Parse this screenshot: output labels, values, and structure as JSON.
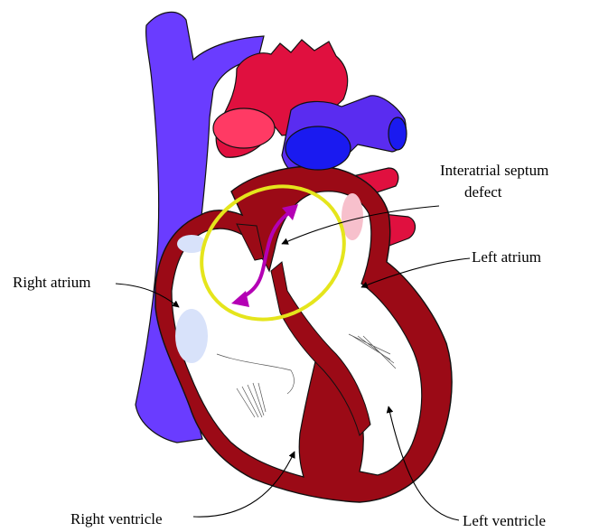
{
  "labels": {
    "interatrial_line1": "Interatrial septum",
    "interatrial_line2": "defect",
    "left_atrium": "Left atrium",
    "right_atrium": "Right atrium",
    "right_ventricle": "Right ventricle",
    "left_ventricle": "Left ventricle"
  },
  "colors": {
    "vein_blue": "#6a3cff",
    "aorta_red": "#e0103f",
    "myocardium": "#9b0a16",
    "highlight_ring": "#e5e51c",
    "shunt_arrow": "#b400b4",
    "valve_pink": "#f7c0cc",
    "valve_blue": "#d8e2fa"
  }
}
